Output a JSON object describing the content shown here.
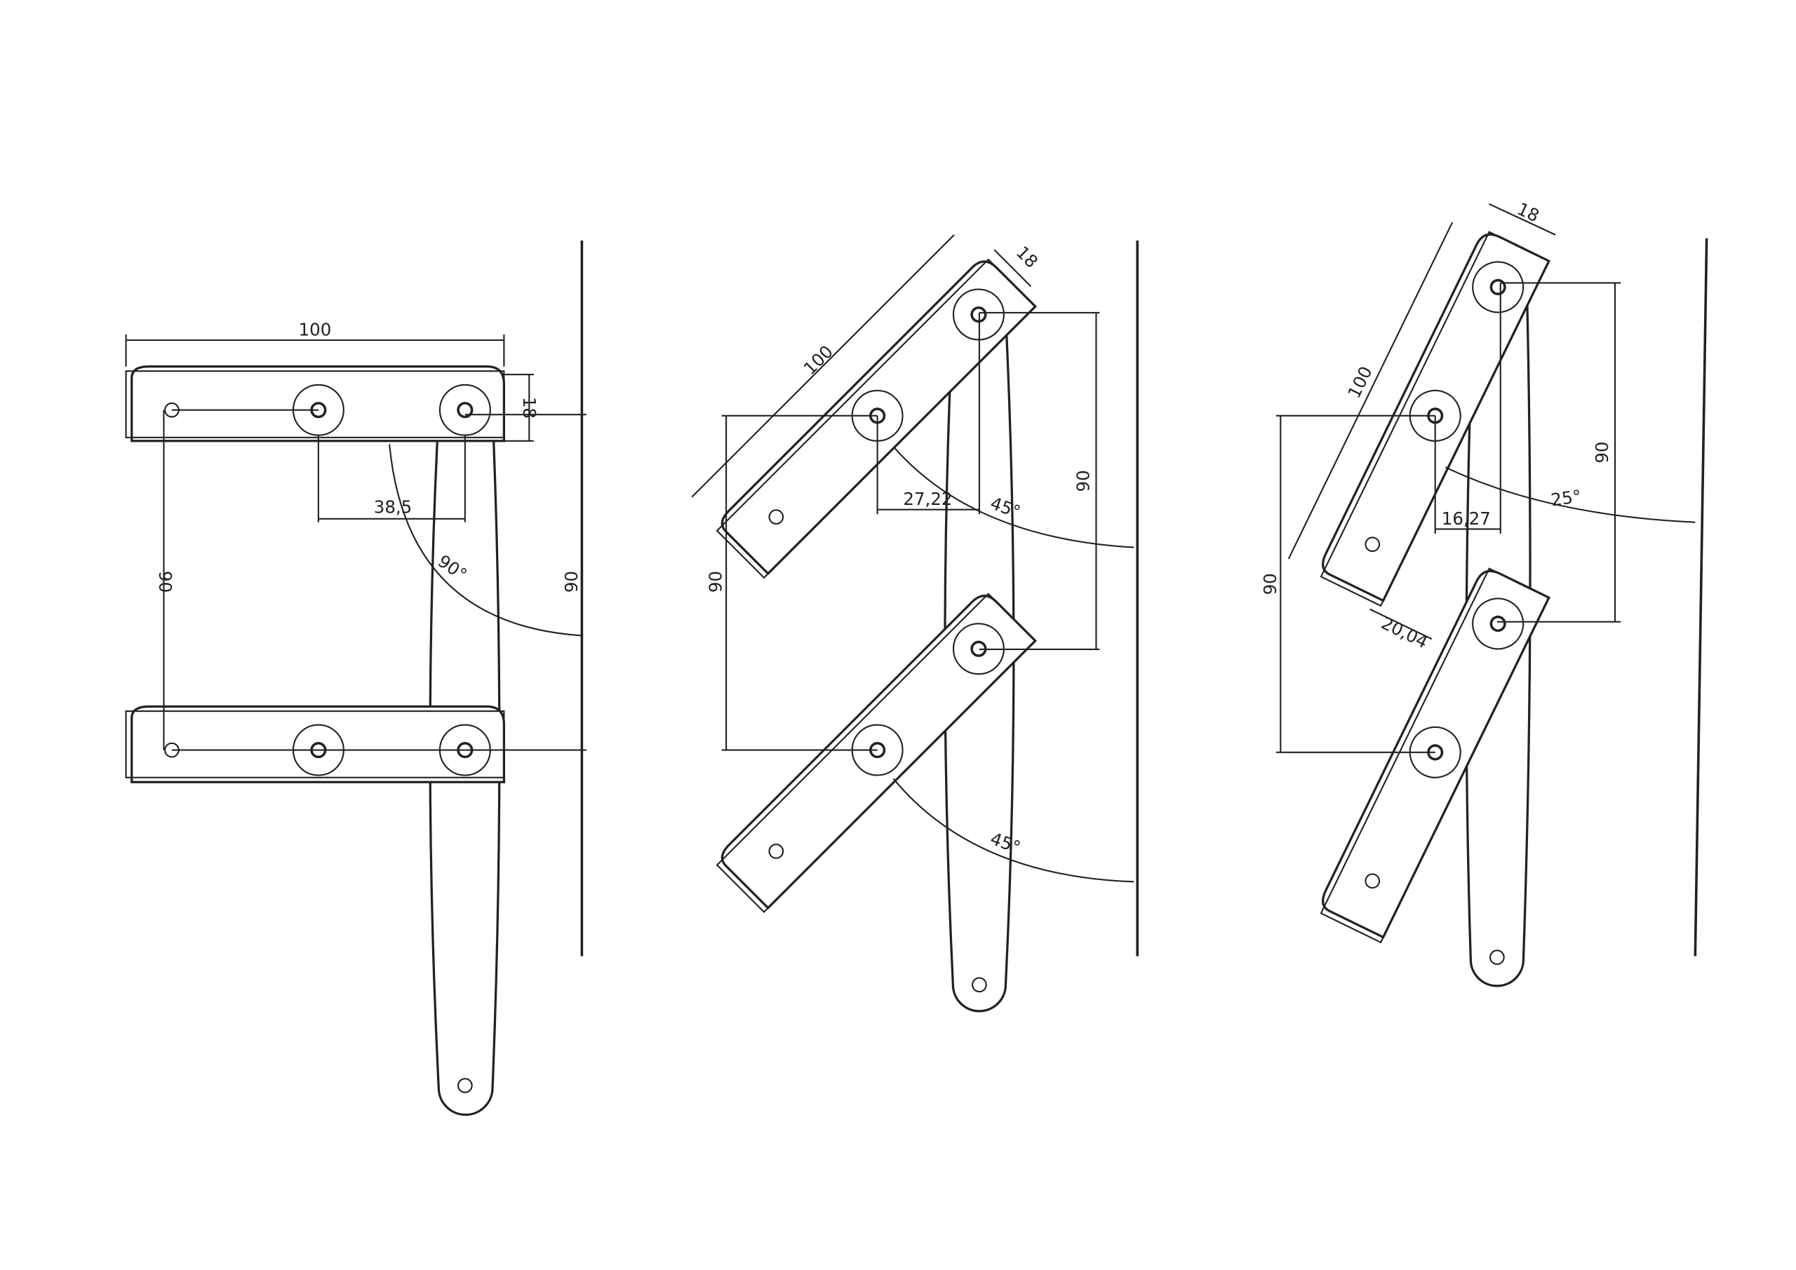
{
  "colors": {
    "line": "#222222",
    "background": "#ffffff"
  },
  "panel1": {
    "length": "100",
    "width": "18",
    "offset": "38,5",
    "spacing_left": "90",
    "spacing_right": "90",
    "angle": "90°"
  },
  "panel2": {
    "length": "100",
    "width": "18",
    "offset": "27,22",
    "spacing_right": "90",
    "spacing_left": "90",
    "angle_top": "45°",
    "angle_bottom": "45°"
  },
  "panel3": {
    "width": "18",
    "length": "100",
    "spacing_right": "90",
    "spacing_left": "90",
    "offset": "16,27",
    "angle": "25°",
    "gap": "20,04"
  }
}
